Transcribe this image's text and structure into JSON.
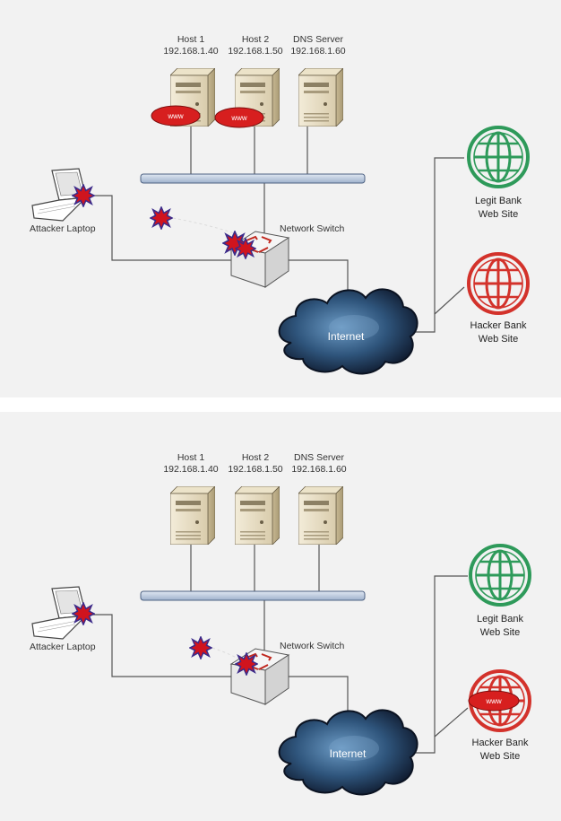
{
  "panels": [
    {
      "host1": {
        "name": "Host 1",
        "ip": "192.168.1.40",
        "www_badge": "www"
      },
      "host2": {
        "name": "Host 2",
        "ip": "192.168.1.50",
        "www_badge": "www"
      },
      "dns": {
        "name": "DNS Server",
        "ip": "192.168.1.60"
      },
      "attacker_label": "Attacker Laptop",
      "switch_label": "Network Switch",
      "internet_label": "Internet",
      "legit_bank": {
        "line1": "Legit Bank",
        "line2": "Web Site"
      },
      "hacker_bank": {
        "line1": "Hacker Bank",
        "line2": "Web Site"
      }
    },
    {
      "host1": {
        "name": "Host 1",
        "ip": "192.168.1.40"
      },
      "host2": {
        "name": "Host 2",
        "ip": "192.168.1.50"
      },
      "dns": {
        "name": "DNS Server",
        "ip": "192.168.1.60"
      },
      "attacker_label": "Attacker Laptop",
      "switch_label": "Network Switch",
      "internet_label": "Internet",
      "legit_bank": {
        "line1": "Legit Bank",
        "line2": "Web Site"
      },
      "hacker_bank": {
        "line1": "Hacker Bank",
        "line2": "Web Site",
        "www_badge": "www"
      }
    }
  ],
  "colors": {
    "panel_bg": "#f2f2f2",
    "globe_green": "#2e9a5a",
    "globe_red": "#d3322b",
    "badge_red": "#d71f1f",
    "cloud_dark": "#142036",
    "cloud_blue": "#3e6e9a",
    "bus_fill": "#b7c6db",
    "line_gray": "#555555"
  },
  "icons": [
    "server-icon",
    "laptop-icon",
    "switch-icon",
    "cloud-icon",
    "globe-icon",
    "malware-burst-icon"
  ]
}
